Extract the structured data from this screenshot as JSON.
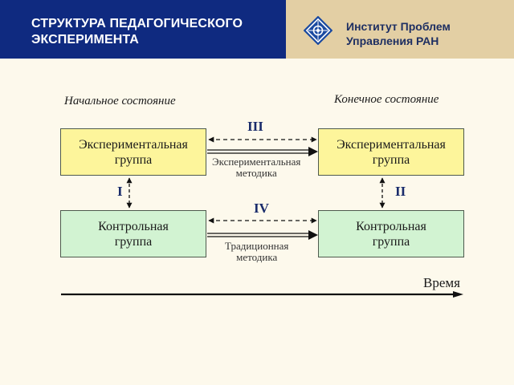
{
  "header": {
    "title_line1": "СТРУКТУРА ПЕДАГОГИЧЕСКОГО",
    "title_line2": "ЭКСПЕРИМЕНТА",
    "institute_line1": "Институт Проблем",
    "institute_line2": "Управления РАН",
    "colors": {
      "left_bg": "#0f2a80",
      "right_bg": "#e3cfa4",
      "institute_text": "#1e2f62"
    },
    "logo_icon": "ipu-ran-logo-icon"
  },
  "diagram": {
    "initial_state": "Начальное состояние",
    "final_state": "Конечное состояние",
    "exp_group_initial": {
      "line1": "Экспериментальная",
      "line2": "группа"
    },
    "exp_group_final": {
      "line1": "Экспериментальная",
      "line2": "группа"
    },
    "ctrl_group_initial": {
      "line1": "Контрольная",
      "line2": "группа"
    },
    "ctrl_group_final": {
      "line1": "Контрольная",
      "line2": "группа"
    },
    "comparison_I": "I",
    "comparison_II": "II",
    "comparison_III": "III",
    "comparison_IV": "IV",
    "exp_method": {
      "line1": "Экспериментальная",
      "line2": "методика"
    },
    "trad_method": {
      "line1": "Традиционная",
      "line2": "методика"
    },
    "time_axis": "Время",
    "colors": {
      "experimental": "#fdf59b",
      "control": "#d2f3d2",
      "roman": "#1a2c6b"
    }
  }
}
